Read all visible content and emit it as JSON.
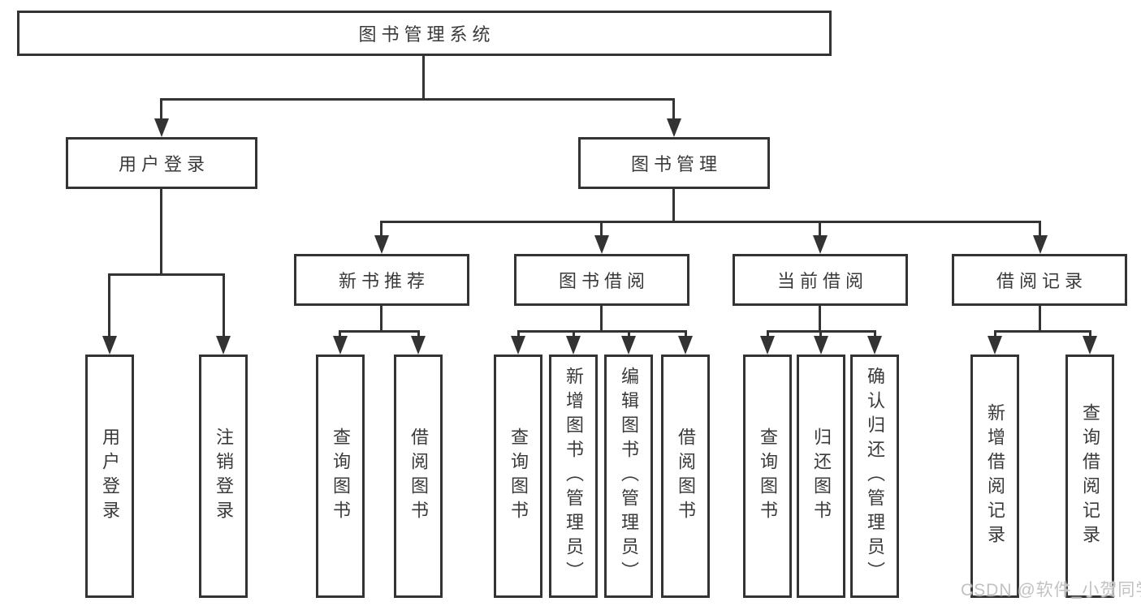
{
  "diagram": {
    "root": {
      "label": "图书管理系统"
    },
    "level1": [
      {
        "label": "用户登录",
        "children": [
          {
            "label": "用户登录"
          },
          {
            "label": "注销登录"
          }
        ]
      },
      {
        "label": "图书管理",
        "children": [
          {
            "label": "新书推荐",
            "children": [
              {
                "label": "查询图书"
              },
              {
                "label": "借阅图书"
              }
            ]
          },
          {
            "label": "图书借阅",
            "children": [
              {
                "label": "查询图书"
              },
              {
                "label": "新增图书（管理员）"
              },
              {
                "label": "编辑图书（管理员）"
              },
              {
                "label": "借阅图书"
              }
            ]
          },
          {
            "label": "当前借阅",
            "children": [
              {
                "label": "查询图书"
              },
              {
                "label": "归还图书"
              },
              {
                "label": "确认归还（管理员）"
              }
            ]
          },
          {
            "label": "借阅记录",
            "children": [
              {
                "label": "新增借阅记录"
              },
              {
                "label": "查询借阅记录"
              }
            ]
          }
        ]
      }
    ]
  },
  "watermark": {
    "text": "CSDN @软件_小贺同学"
  },
  "colors": {
    "line": "#333333",
    "text": "#3a3a3a",
    "watermark": "#c2c2c2",
    "background": "#ffffff"
  }
}
